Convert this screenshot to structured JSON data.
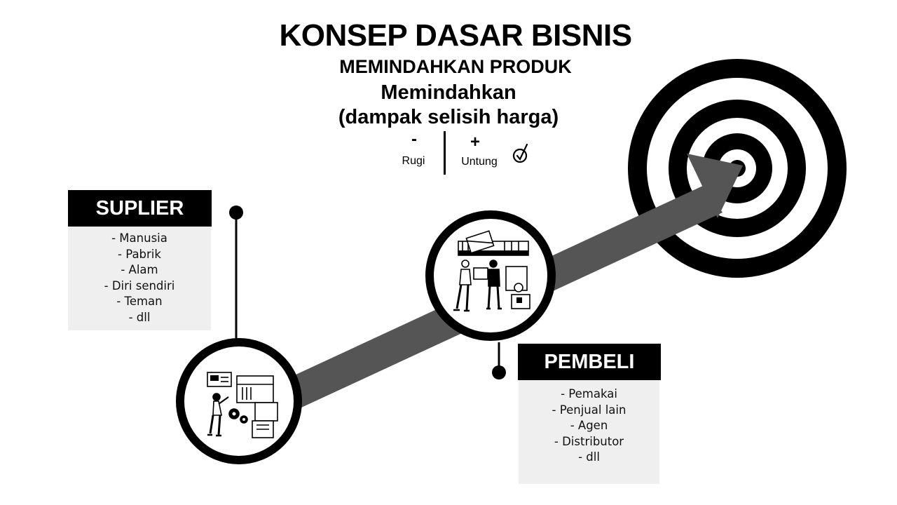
{
  "header": {
    "title": "KONSEP DASAR BISNIS",
    "subtitle": "MEMINDAHKAN PRODUK",
    "line3": "Memindahkan",
    "line4": "(dampak selisih harga)"
  },
  "profit_loss": {
    "minus_sign": "-",
    "minus_label": "Rugi",
    "plus_sign": "+",
    "plus_label": "Untung"
  },
  "suplier": {
    "title": "SUPLIER",
    "items": [
      "- Manusia",
      "- Pabrik",
      "- Alam",
      "- Diri sendiri",
      "- Teman",
      "- dll"
    ]
  },
  "pembeli": {
    "title": "PEMBELI",
    "items": [
      "- Pemakai",
      "- Penjual lain",
      "- Agen",
      "- Distributor",
      "- dll"
    ]
  },
  "colors": {
    "arrow": "#555555",
    "box_bg": "#efefef",
    "header_bg": "#000000"
  }
}
